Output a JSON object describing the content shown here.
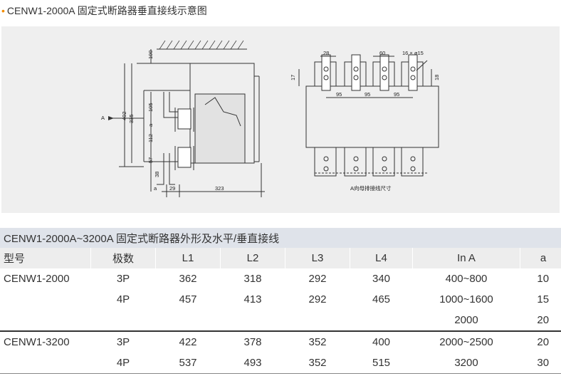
{
  "title": {
    "text": "CENW1-2000A 固定式断路器垂直接线示意图"
  },
  "drawing": {
    "left_dims": [
      "100",
      "402",
      "335",
      "105",
      "a",
      "112",
      "57",
      "38",
      "a",
      "29",
      "323"
    ],
    "left_view_label": "A",
    "right_dims": [
      "28",
      "60",
      "16 × ø15",
      "17",
      "18",
      "95",
      "95",
      "95"
    ],
    "right_caption": "A向母排接线尺寸"
  },
  "table": {
    "caption": "CENW1-2000A~3200A 固定式断路器外形及水平/垂直接线",
    "headers": [
      "型号",
      "极数",
      "L1",
      "L2",
      "L3",
      "L4",
      "In A",
      "a"
    ],
    "rows": [
      [
        "CENW1-2000",
        "3P",
        "362",
        "318",
        "292",
        "340",
        "400~800",
        "10"
      ],
      [
        "",
        "4P",
        "457",
        "413",
        "292",
        "465",
        "1000~1600",
        "15"
      ],
      [
        "",
        "",
        "",
        "",
        "",
        "",
        "2000",
        "20"
      ],
      [
        "CENW1-3200",
        "3P",
        "422",
        "378",
        "352",
        "400",
        "2000~2500",
        "20"
      ],
      [
        "",
        "4P",
        "537",
        "493",
        "352",
        "515",
        "3200",
        "30"
      ]
    ]
  }
}
